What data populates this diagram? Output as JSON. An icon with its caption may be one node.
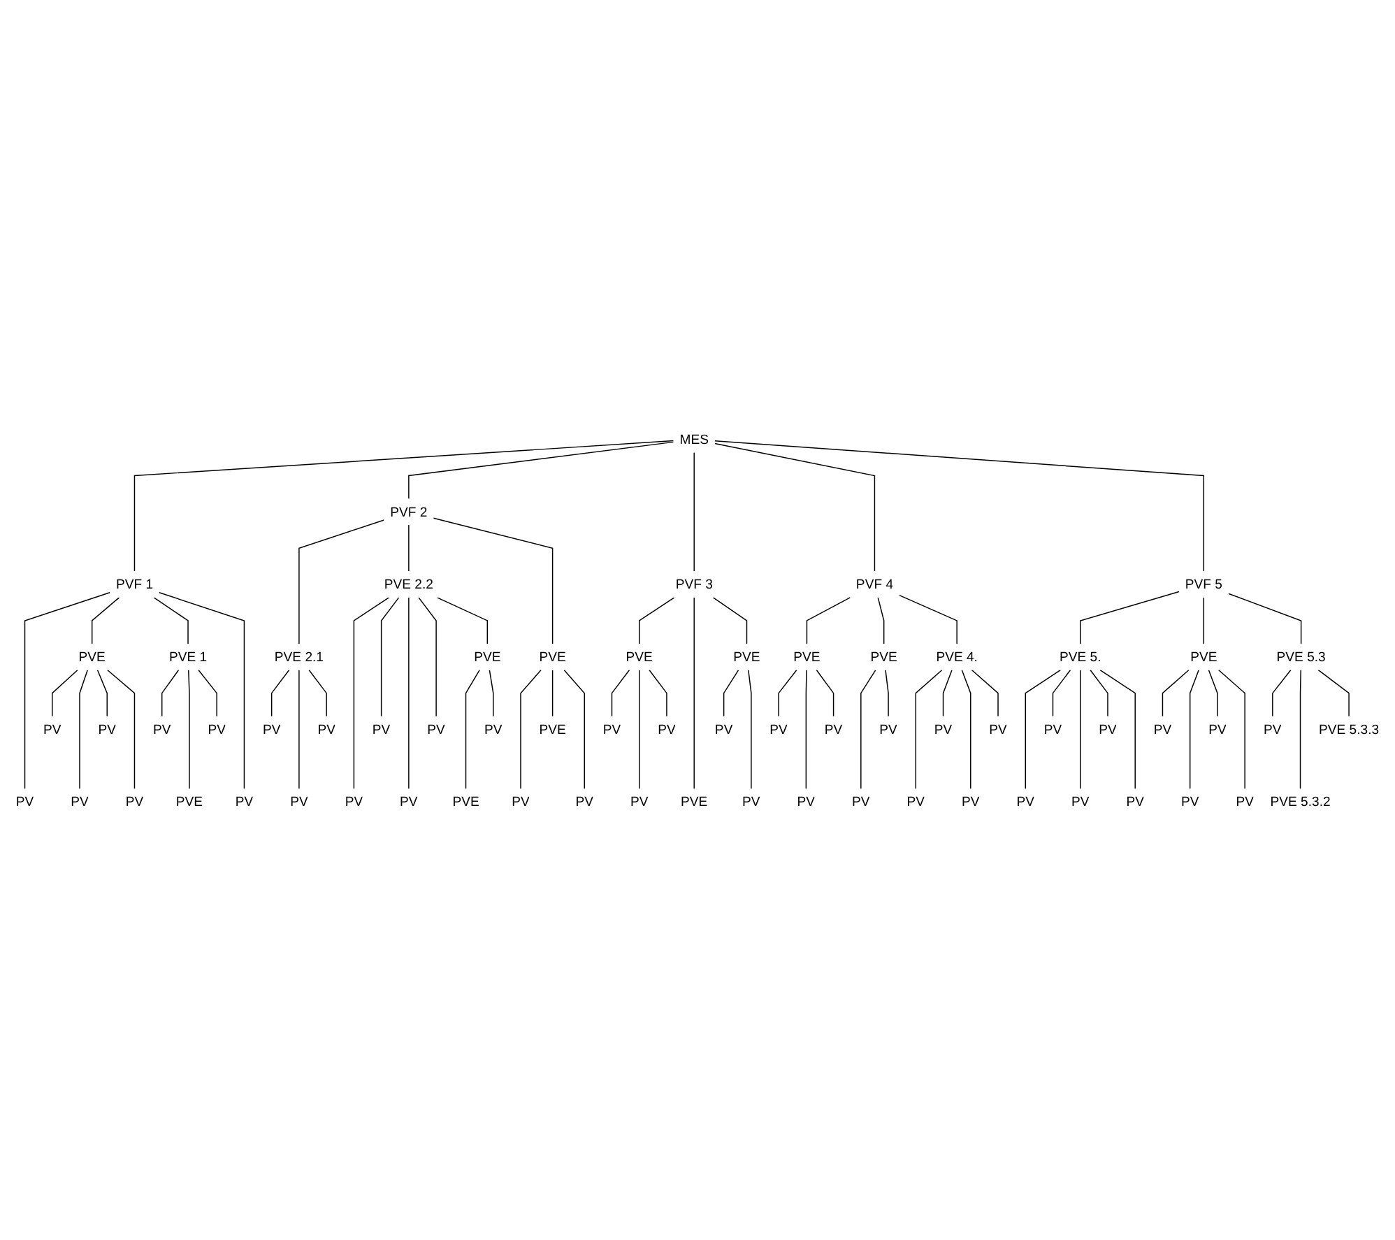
{
  "diagram": {
    "nodes": [
      {
        "text": [
          "MES"
        ]
      },
      {
        "text": [
          "PVF 2"
        ]
      },
      {
        "text": [
          "PVF 1"
        ]
      },
      {
        "text": [
          "PVE 2.2"
        ]
      },
      {
        "text": [
          "PVF 3"
        ]
      },
      {
        "text": [
          "PVF 4"
        ]
      },
      {
        "text": [
          "PVF 5"
        ]
      },
      {
        "text": [
          "PVE"
        ]
      },
      {
        "text": [
          "PVE 1"
        ]
      },
      {
        "text": [
          "PVE 2.1"
        ]
      },
      {
        "text": [
          "PVE"
        ]
      },
      {
        "text": [
          "PVE"
        ]
      },
      {
        "text": [
          "PVE"
        ]
      },
      {
        "text": [
          "PVE"
        ]
      },
      {
        "text": [
          "PVE"
        ]
      },
      {
        "text": [
          "PVE"
        ]
      },
      {
        "text": [
          "PVE 4."
        ]
      },
      {
        "text": [
          "PVE 5."
        ]
      },
      {
        "text": [
          "PVE"
        ]
      },
      {
        "text": [
          "PVE 5.3"
        ]
      },
      {
        "text": [
          "PV"
        ]
      },
      {
        "text": [
          "PV"
        ]
      },
      {
        "text": [
          "PV"
        ]
      },
      {
        "text": [
          "PV"
        ]
      },
      {
        "text": [
          "PV"
        ]
      },
      {
        "text": [
          "PV"
        ]
      },
      {
        "text": [
          "PV"
        ]
      },
      {
        "text": [
          "PV"
        ]
      },
      {
        "text": [
          "PV"
        ]
      },
      {
        "text": [
          "PVE"
        ]
      },
      {
        "text": [
          "PV"
        ]
      },
      {
        "text": [
          "PV"
        ]
      },
      {
        "text": [
          "PV"
        ]
      },
      {
        "text": [
          "PV"
        ]
      },
      {
        "text": [
          "PV"
        ]
      },
      {
        "text": [
          "PV"
        ]
      },
      {
        "text": [
          "PV"
        ]
      },
      {
        "text": [
          "PV"
        ]
      },
      {
        "text": [
          "PV"
        ]
      },
      {
        "text": [
          "PV"
        ]
      },
      {
        "text": [
          "PV"
        ]
      },
      {
        "text": [
          "PV"
        ]
      },
      {
        "text": [
          "PV"
        ]
      },
      {
        "text": [
          "PVE 5.3.3"
        ]
      },
      {
        "text": [
          "PV"
        ]
      },
      {
        "text": [
          "PV"
        ]
      },
      {
        "text": [
          "PV"
        ]
      },
      {
        "text": [
          "PVE"
        ]
      },
      {
        "text": [
          "PV"
        ]
      },
      {
        "text": [
          "PV"
        ]
      },
      {
        "text": [
          "PV"
        ]
      },
      {
        "text": [
          "PV"
        ]
      },
      {
        "text": [
          "PVE"
        ]
      },
      {
        "text": [
          "PV"
        ]
      },
      {
        "text": [
          "PV"
        ]
      },
      {
        "text": [
          "PV"
        ]
      },
      {
        "text": [
          "PVE"
        ]
      },
      {
        "text": [
          "PV"
        ]
      },
      {
        "text": [
          "PV"
        ]
      },
      {
        "text": [
          "PV"
        ]
      },
      {
        "text": [
          "PV"
        ]
      },
      {
        "text": [
          "PV"
        ]
      },
      {
        "text": [
          "PV"
        ]
      },
      {
        "text": [
          "PV"
        ]
      },
      {
        "text": [
          "PV"
        ]
      },
      {
        "text": [
          "PV"
        ]
      },
      {
        "text": [
          "PV"
        ]
      },
      {
        "text": [
          "PVE 5.3.2"
        ]
      }
    ],
    "edges": [
      {
        "from": 0,
        "to": 2,
        "arrow": "none"
      },
      {
        "from": 0,
        "to": 1,
        "arrow": "none"
      },
      {
        "from": 0,
        "to": 4,
        "arrow": "none"
      },
      {
        "from": 0,
        "to": 5,
        "arrow": "none"
      },
      {
        "from": 0,
        "to": 6,
        "arrow": "none"
      },
      {
        "from": 1,
        "to": 9,
        "arrow": "none"
      },
      {
        "from": 1,
        "to": 3,
        "arrow": "none"
      },
      {
        "from": 1,
        "to": 11,
        "arrow": "none"
      },
      {
        "from": 2,
        "to": 44,
        "arrow": "none"
      },
      {
        "from": 2,
        "to": 7,
        "arrow": "none"
      },
      {
        "from": 2,
        "to": 8,
        "arrow": "none"
      },
      {
        "from": 2,
        "to": 48,
        "arrow": "none"
      },
      {
        "from": 3,
        "to": 50,
        "arrow": "none"
      },
      {
        "from": 3,
        "to": 26,
        "arrow": "none"
      },
      {
        "from": 3,
        "to": 51,
        "arrow": "none"
      },
      {
        "from": 3,
        "to": 27,
        "arrow": "none"
      },
      {
        "from": 3,
        "to": 10,
        "arrow": "none"
      },
      {
        "from": 4,
        "to": 12,
        "arrow": "none"
      },
      {
        "from": 4,
        "to": 56,
        "arrow": "none"
      },
      {
        "from": 4,
        "to": 13,
        "arrow": "none"
      },
      {
        "from": 5,
        "to": 14,
        "arrow": "none"
      },
      {
        "from": 5,
        "to": 15,
        "arrow": "none"
      },
      {
        "from": 5,
        "to": 16,
        "arrow": "none"
      },
      {
        "from": 6,
        "to": 17,
        "arrow": "none"
      },
      {
        "from": 6,
        "to": 18,
        "arrow": "none"
      },
      {
        "from": 6,
        "to": 19,
        "arrow": "none"
      },
      {
        "from": 7,
        "to": 20,
        "arrow": "none"
      },
      {
        "from": 7,
        "to": 45,
        "arrow": "none"
      },
      {
        "from": 7,
        "to": 21,
        "arrow": "none"
      },
      {
        "from": 7,
        "to": 46,
        "arrow": "none"
      },
      {
        "from": 8,
        "to": 22,
        "arrow": "none"
      },
      {
        "from": 8,
        "to": 47,
        "arrow": "none"
      },
      {
        "from": 8,
        "to": 23,
        "arrow": "none"
      },
      {
        "from": 9,
        "to": 24,
        "arrow": "none"
      },
      {
        "from": 9,
        "to": 49,
        "arrow": "none"
      },
      {
        "from": 9,
        "to": 25,
        "arrow": "none"
      },
      {
        "from": 10,
        "to": 52,
        "arrow": "none"
      },
      {
        "from": 10,
        "to": 28,
        "arrow": "none"
      },
      {
        "from": 11,
        "to": 53,
        "arrow": "none"
      },
      {
        "from": 11,
        "to": 29,
        "arrow": "none"
      },
      {
        "from": 11,
        "to": 54,
        "arrow": "none"
      },
      {
        "from": 12,
        "to": 30,
        "arrow": "none"
      },
      {
        "from": 12,
        "to": 55,
        "arrow": "none"
      },
      {
        "from": 12,
        "to": 31,
        "arrow": "none"
      },
      {
        "from": 13,
        "to": 32,
        "arrow": "none"
      },
      {
        "from": 13,
        "to": 57,
        "arrow": "none"
      },
      {
        "from": 14,
        "to": 33,
        "arrow": "none"
      },
      {
        "from": 14,
        "to": 58,
        "arrow": "none"
      },
      {
        "from": 14,
        "to": 34,
        "arrow": "none"
      },
      {
        "from": 15,
        "to": 59,
        "arrow": "none"
      },
      {
        "from": 15,
        "to": 35,
        "arrow": "none"
      },
      {
        "from": 16,
        "to": 60,
        "arrow": "none"
      },
      {
        "from": 16,
        "to": 36,
        "arrow": "none"
      },
      {
        "from": 16,
        "to": 61,
        "arrow": "none"
      },
      {
        "from": 16,
        "to": 37,
        "arrow": "none"
      },
      {
        "from": 17,
        "to": 62,
        "arrow": "none"
      },
      {
        "from": 17,
        "to": 38,
        "arrow": "none"
      },
      {
        "from": 17,
        "to": 63,
        "arrow": "none"
      },
      {
        "from": 17,
        "to": 39,
        "arrow": "none"
      },
      {
        "from": 17,
        "to": 64,
        "arrow": "none"
      },
      {
        "from": 18,
        "to": 40,
        "arrow": "none"
      },
      {
        "from": 18,
        "to": 65,
        "arrow": "none"
      },
      {
        "from": 18,
        "to": 41,
        "arrow": "none"
      },
      {
        "from": 18,
        "to": 66,
        "arrow": "none"
      },
      {
        "from": 19,
        "to": 42,
        "arrow": "none"
      },
      {
        "from": 19,
        "to": 67,
        "arrow": "none"
      },
      {
        "from": 19,
        "to": 43,
        "arrow": "none"
      }
    ]
  }
}
